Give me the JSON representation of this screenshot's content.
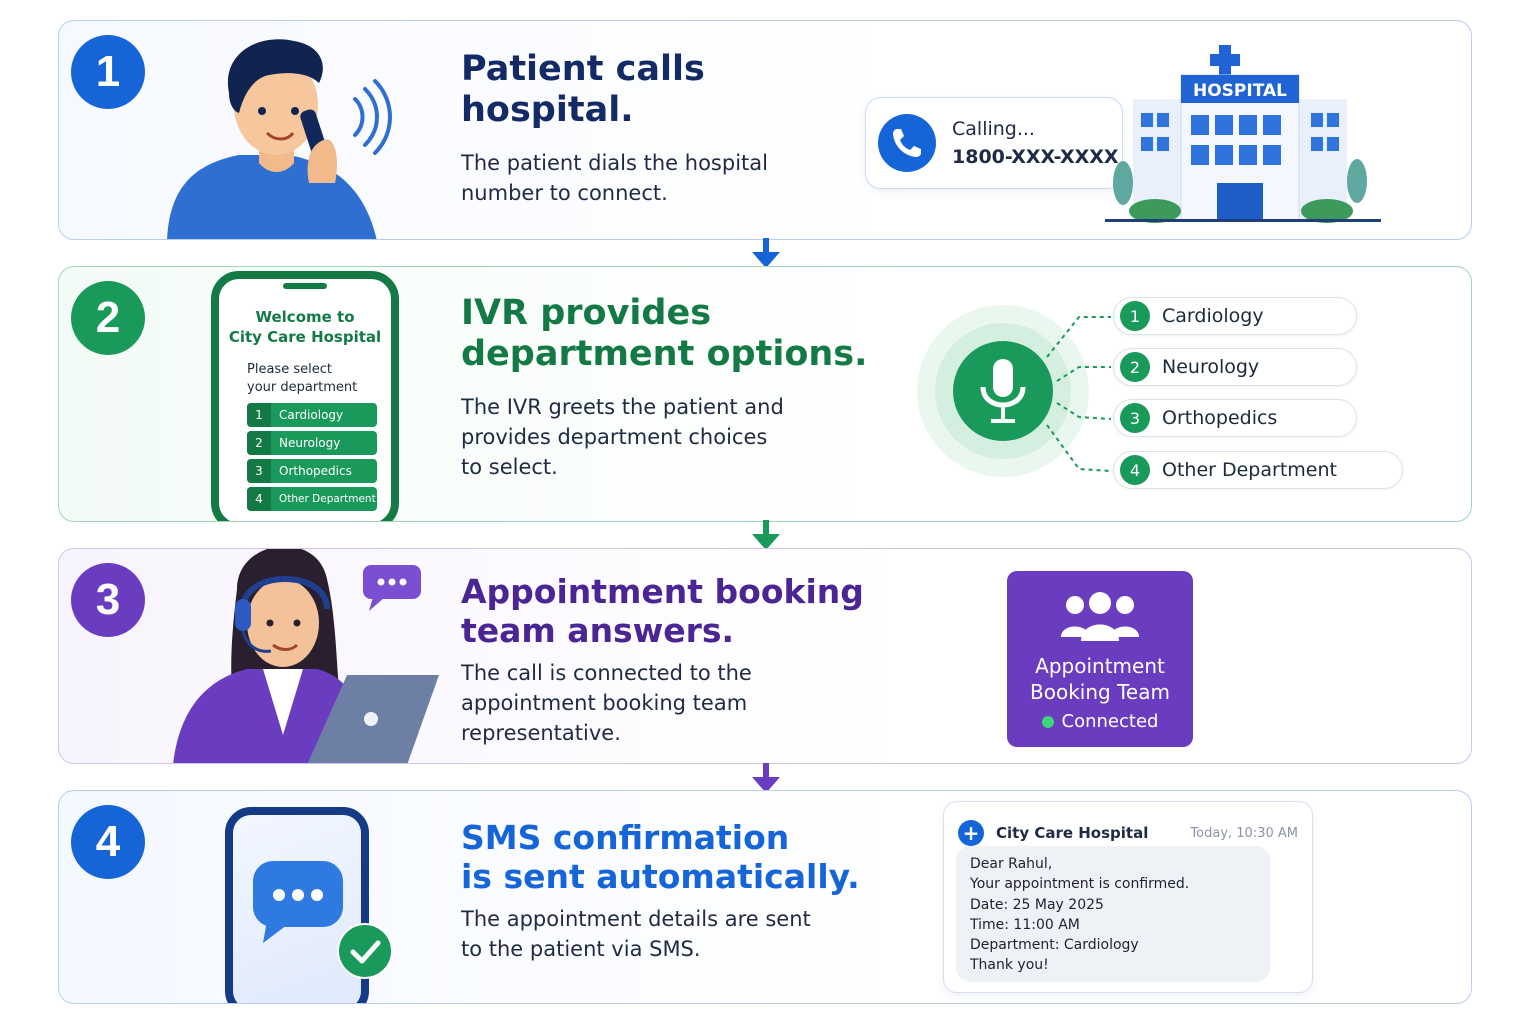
{
  "colors": {
    "blue": "#1565d8",
    "green": "#1a9a5a",
    "purple": "#6a3cc0",
    "navy": "#142a66"
  },
  "steps": [
    {
      "number": "1",
      "title_line1": "Patient calls",
      "title_line2": "hospital.",
      "desc_line1": "The patient dials the hospital",
      "desc_line2": "number to connect.",
      "calling_label": "Calling...",
      "calling_number": "1800-XXX-XXXX",
      "hospital_sign": "HOSPITAL"
    },
    {
      "number": "2",
      "title_line1": "IVR provides",
      "title_line2": "department options.",
      "desc_line1": "The IVR greets the patient and",
      "desc_line2": "provides department choices",
      "desc_line3": "to select.",
      "phone_welcome_1": "Welcome to",
      "phone_welcome_2": "City Care Hospital",
      "phone_prompt_1": "Please select",
      "phone_prompt_2": "your department",
      "options": [
        {
          "n": "1",
          "label": "Cardiology"
        },
        {
          "n": "2",
          "label": "Neurology"
        },
        {
          "n": "3",
          "label": "Orthopedics"
        },
        {
          "n": "4",
          "label": "Other Department"
        }
      ]
    },
    {
      "number": "3",
      "title_line1": "Appointment booking",
      "title_line2": "team answers.",
      "desc_line1": "The call is connected to the",
      "desc_line2": "appointment booking team",
      "desc_line3": "representative.",
      "team_line1": "Appointment",
      "team_line2": "Booking Team",
      "team_status": "Connected"
    },
    {
      "number": "4",
      "title_line1": "SMS confirmation",
      "title_line2": "is sent automatically.",
      "desc_line1": "The appointment details are sent",
      "desc_line2": "to the patient via SMS.",
      "sms_sender": "City Care Hospital",
      "sms_time": "Today, 10:30 AM",
      "sms_lines": [
        "Dear Rahul,",
        "Your appointment is confirmed.",
        "Date: 25 May 2025",
        "Time: 11:00 AM",
        "Department: Cardiology",
        "Thank you!"
      ]
    }
  ]
}
